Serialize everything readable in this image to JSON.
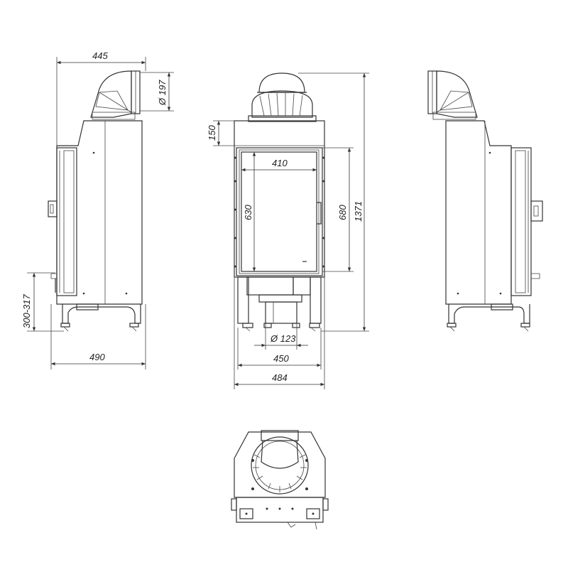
{
  "dimensions": {
    "overall_depth_top": "445",
    "flue_diameter": "Ø 197",
    "overall_depth_bottom": "490",
    "leg_height": "300-317",
    "top_section_height": "150",
    "glass_width": "410",
    "glass_height": "630",
    "door_height": "680",
    "overall_height": "1371",
    "air_inlet_diameter": "Ø 123",
    "leg_spacing": "450",
    "overall_width": "484"
  }
}
